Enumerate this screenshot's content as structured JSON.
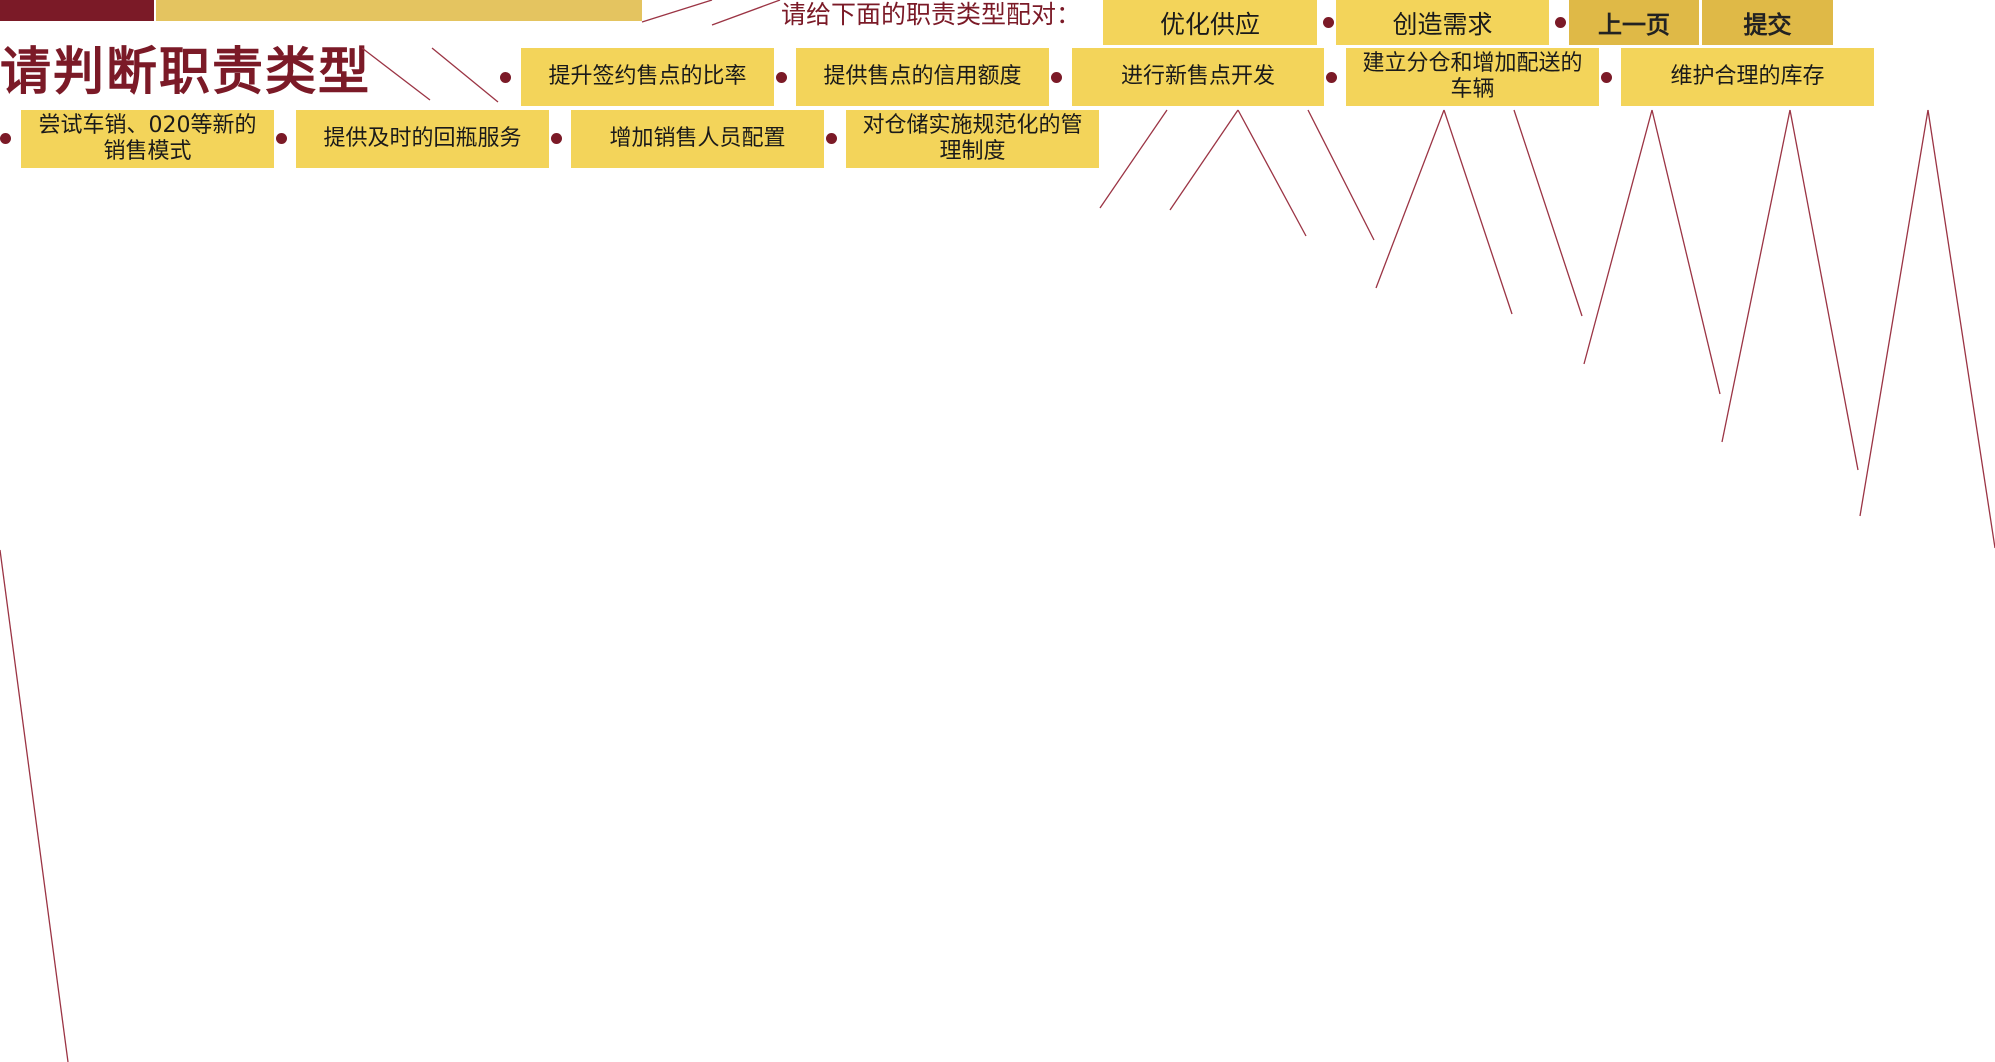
{
  "page": {
    "title": "请判断职责类型",
    "prompt": "请给下面的职责类型配对："
  },
  "categories": [
    {
      "label": "优化供应"
    },
    {
      "label": "创造需求"
    }
  ],
  "nav": {
    "prev_label": "上一页",
    "submit_label": "提交"
  },
  "duties": [
    {
      "label": "提升签约售点的比率"
    },
    {
      "label": "提供售点的信用额度"
    },
    {
      "label": "进行新售点开发"
    },
    {
      "label": "建立分仓和增加配送的车辆"
    },
    {
      "label": "维护合理的库存"
    },
    {
      "label": "尝试车销、020等新的销售模式"
    },
    {
      "label": "提供及时的回瓶服务"
    },
    {
      "label": "增加销售人员配置"
    },
    {
      "label": "对仓储实施规范化的管理制度"
    }
  ],
  "colors": {
    "accent_dark": "#7b1a27",
    "tile_yellow": "#f3d45a",
    "bar_gold": "#e4c460",
    "nav_gold": "#dfb947"
  }
}
